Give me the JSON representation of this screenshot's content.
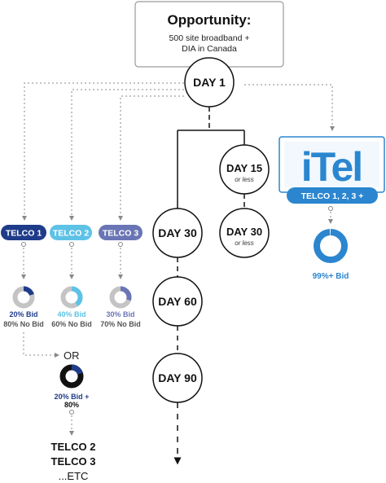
{
  "opportunity": {
    "title": "Opportunity:",
    "line1": "500 site broadband +",
    "line2": "DIA in Canada"
  },
  "days": {
    "day1": "DAY 1",
    "day15": "DAY 15",
    "day15_note": "or less",
    "day30": "DAY 30",
    "day30b": "DAY 30",
    "day30b_note": "or less",
    "day60": "DAY 60",
    "day90": "DAY 90"
  },
  "telcos": [
    {
      "label": "TELCO 1",
      "color": "#1f3c8a",
      "bid_pct": 20,
      "bid_label": "20% Bid",
      "nobid_label": "80% No Bid"
    },
    {
      "label": "TELCO 2",
      "color": "#5ec2e6",
      "bid_pct": 40,
      "bid_label": "40% Bid",
      "nobid_label": "60% No Bid"
    },
    {
      "label": "TELCO 3",
      "color": "#6a75b5",
      "bid_pct": 30,
      "bid_label": "30% Bid",
      "nobid_label": "70% No Bid"
    }
  ],
  "or_text": "OR",
  "combined": {
    "bid_pct": 20,
    "line1": "20% Bid +",
    "line2": "80%",
    "bid_color": "#1f3c8a"
  },
  "next_list": {
    "item1": "TELCO 2",
    "item2": "TELCO 3",
    "item3": "...ETC"
  },
  "itel": {
    "logo_text": "iTel",
    "badge": "TELCO 1, 2, 3 +",
    "bid_pct": 99,
    "bid_label": "99%+ Bid",
    "color": "#2b86cf"
  },
  "colors": {
    "line_gray": "#888888",
    "ring_gray": "#c4c4c4",
    "dark": "#111111",
    "box_border": "#9a9a9a"
  }
}
